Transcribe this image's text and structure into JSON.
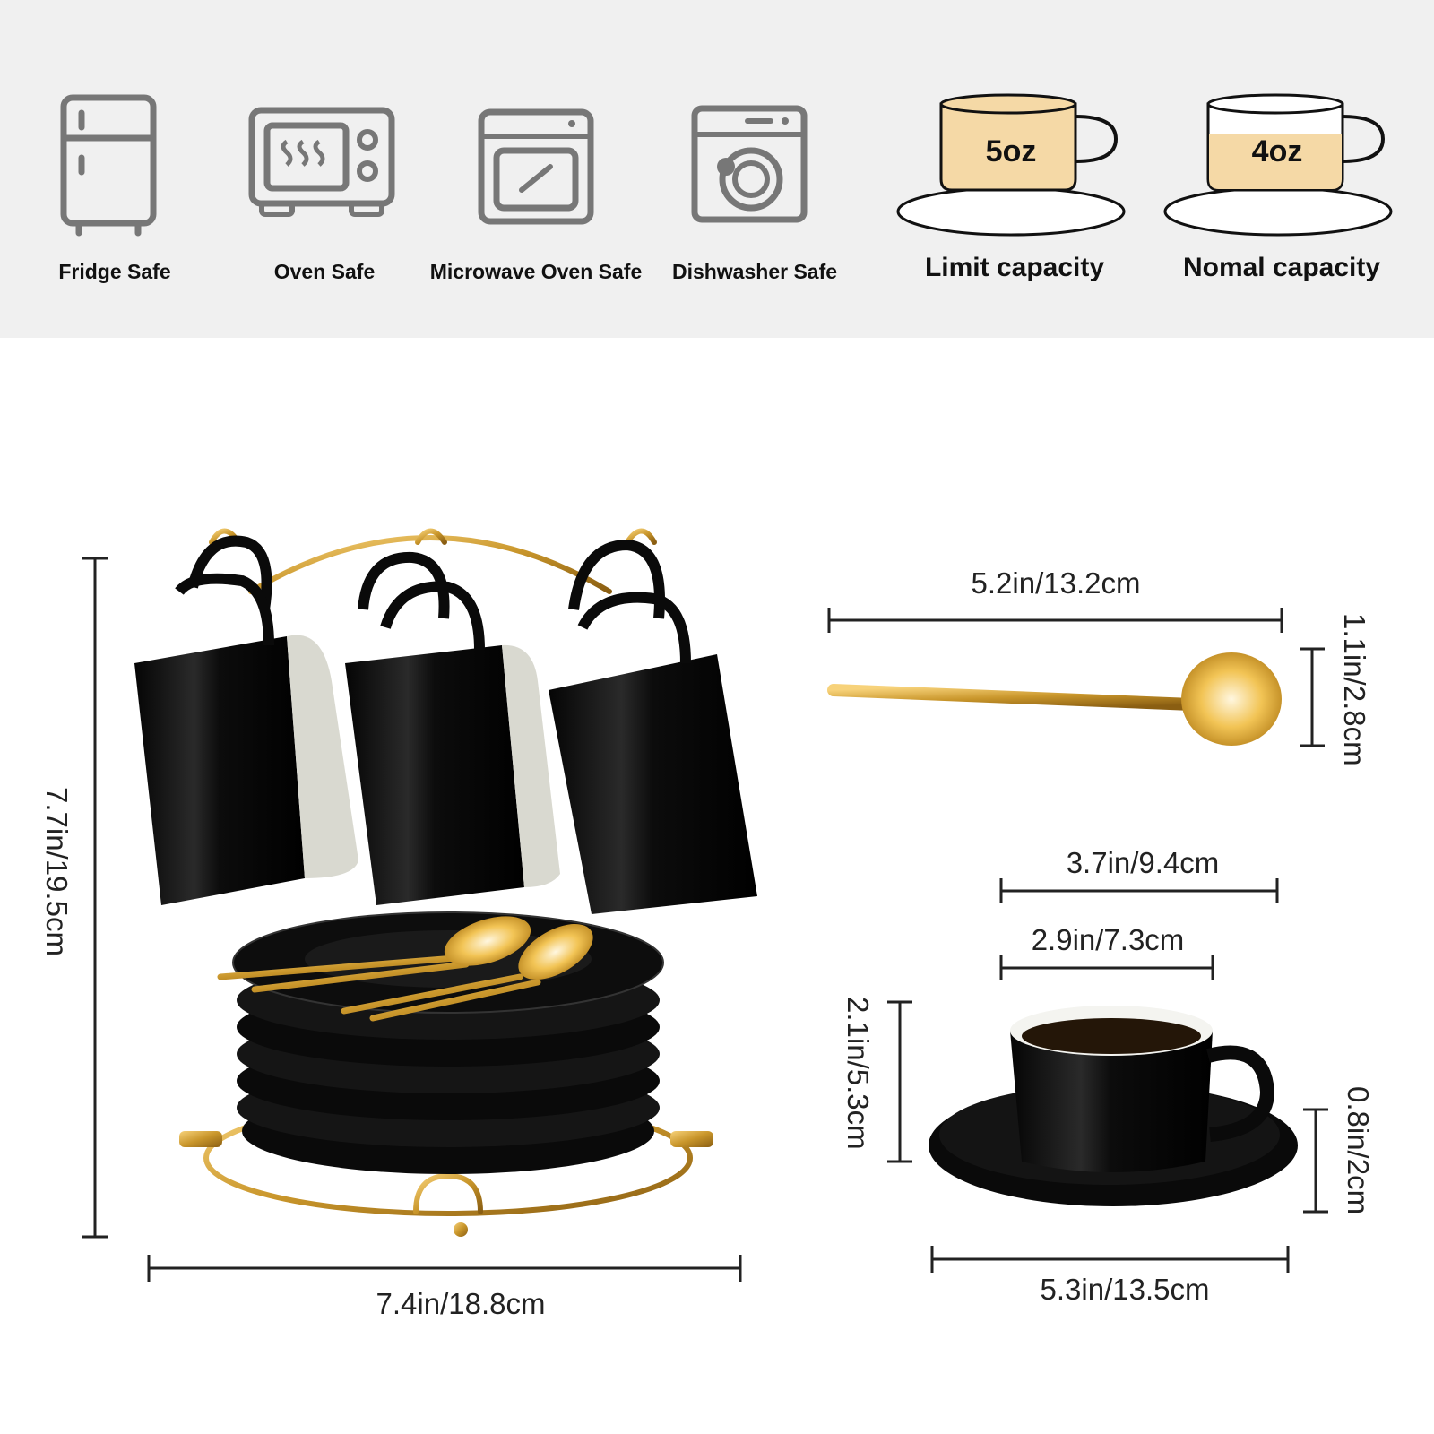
{
  "features": [
    {
      "label": "Fridge Safe",
      "icon": "fridge-icon"
    },
    {
      "label": "Oven Safe",
      "icon": "oven-icon"
    },
    {
      "label": "Microwave Oven Safe",
      "icon": "microwave-icon"
    },
    {
      "label": "Dishwasher Safe",
      "icon": "dishwasher-icon"
    }
  ],
  "capacity": [
    {
      "label": "Limit capacity",
      "volume": "5oz",
      "fill_level": 1.0
    },
    {
      "label": "Nomal capacity",
      "volume": "4oz",
      "fill_level": 0.75
    }
  ],
  "dimensions": {
    "rack_height": "7.7in/19.5cm",
    "rack_width": "7.4in/18.8cm",
    "spoon_length": "5.2in/13.2cm",
    "spoon_head": "1.1in/2.8cm",
    "cup_top": "3.7in/9.4cm",
    "cup_bottom": "2.9in/7.3cm",
    "cup_height": "2.1in/5.3cm",
    "saucer_height": "0.8in/2cm",
    "saucer_width": "5.3in/13.5cm"
  },
  "colors": {
    "band": "#f0f0f0",
    "icon_gray": "#777777",
    "fill": "#f5d9a6",
    "gold": "#c9962b",
    "ceramic": "#0b0b0b"
  }
}
